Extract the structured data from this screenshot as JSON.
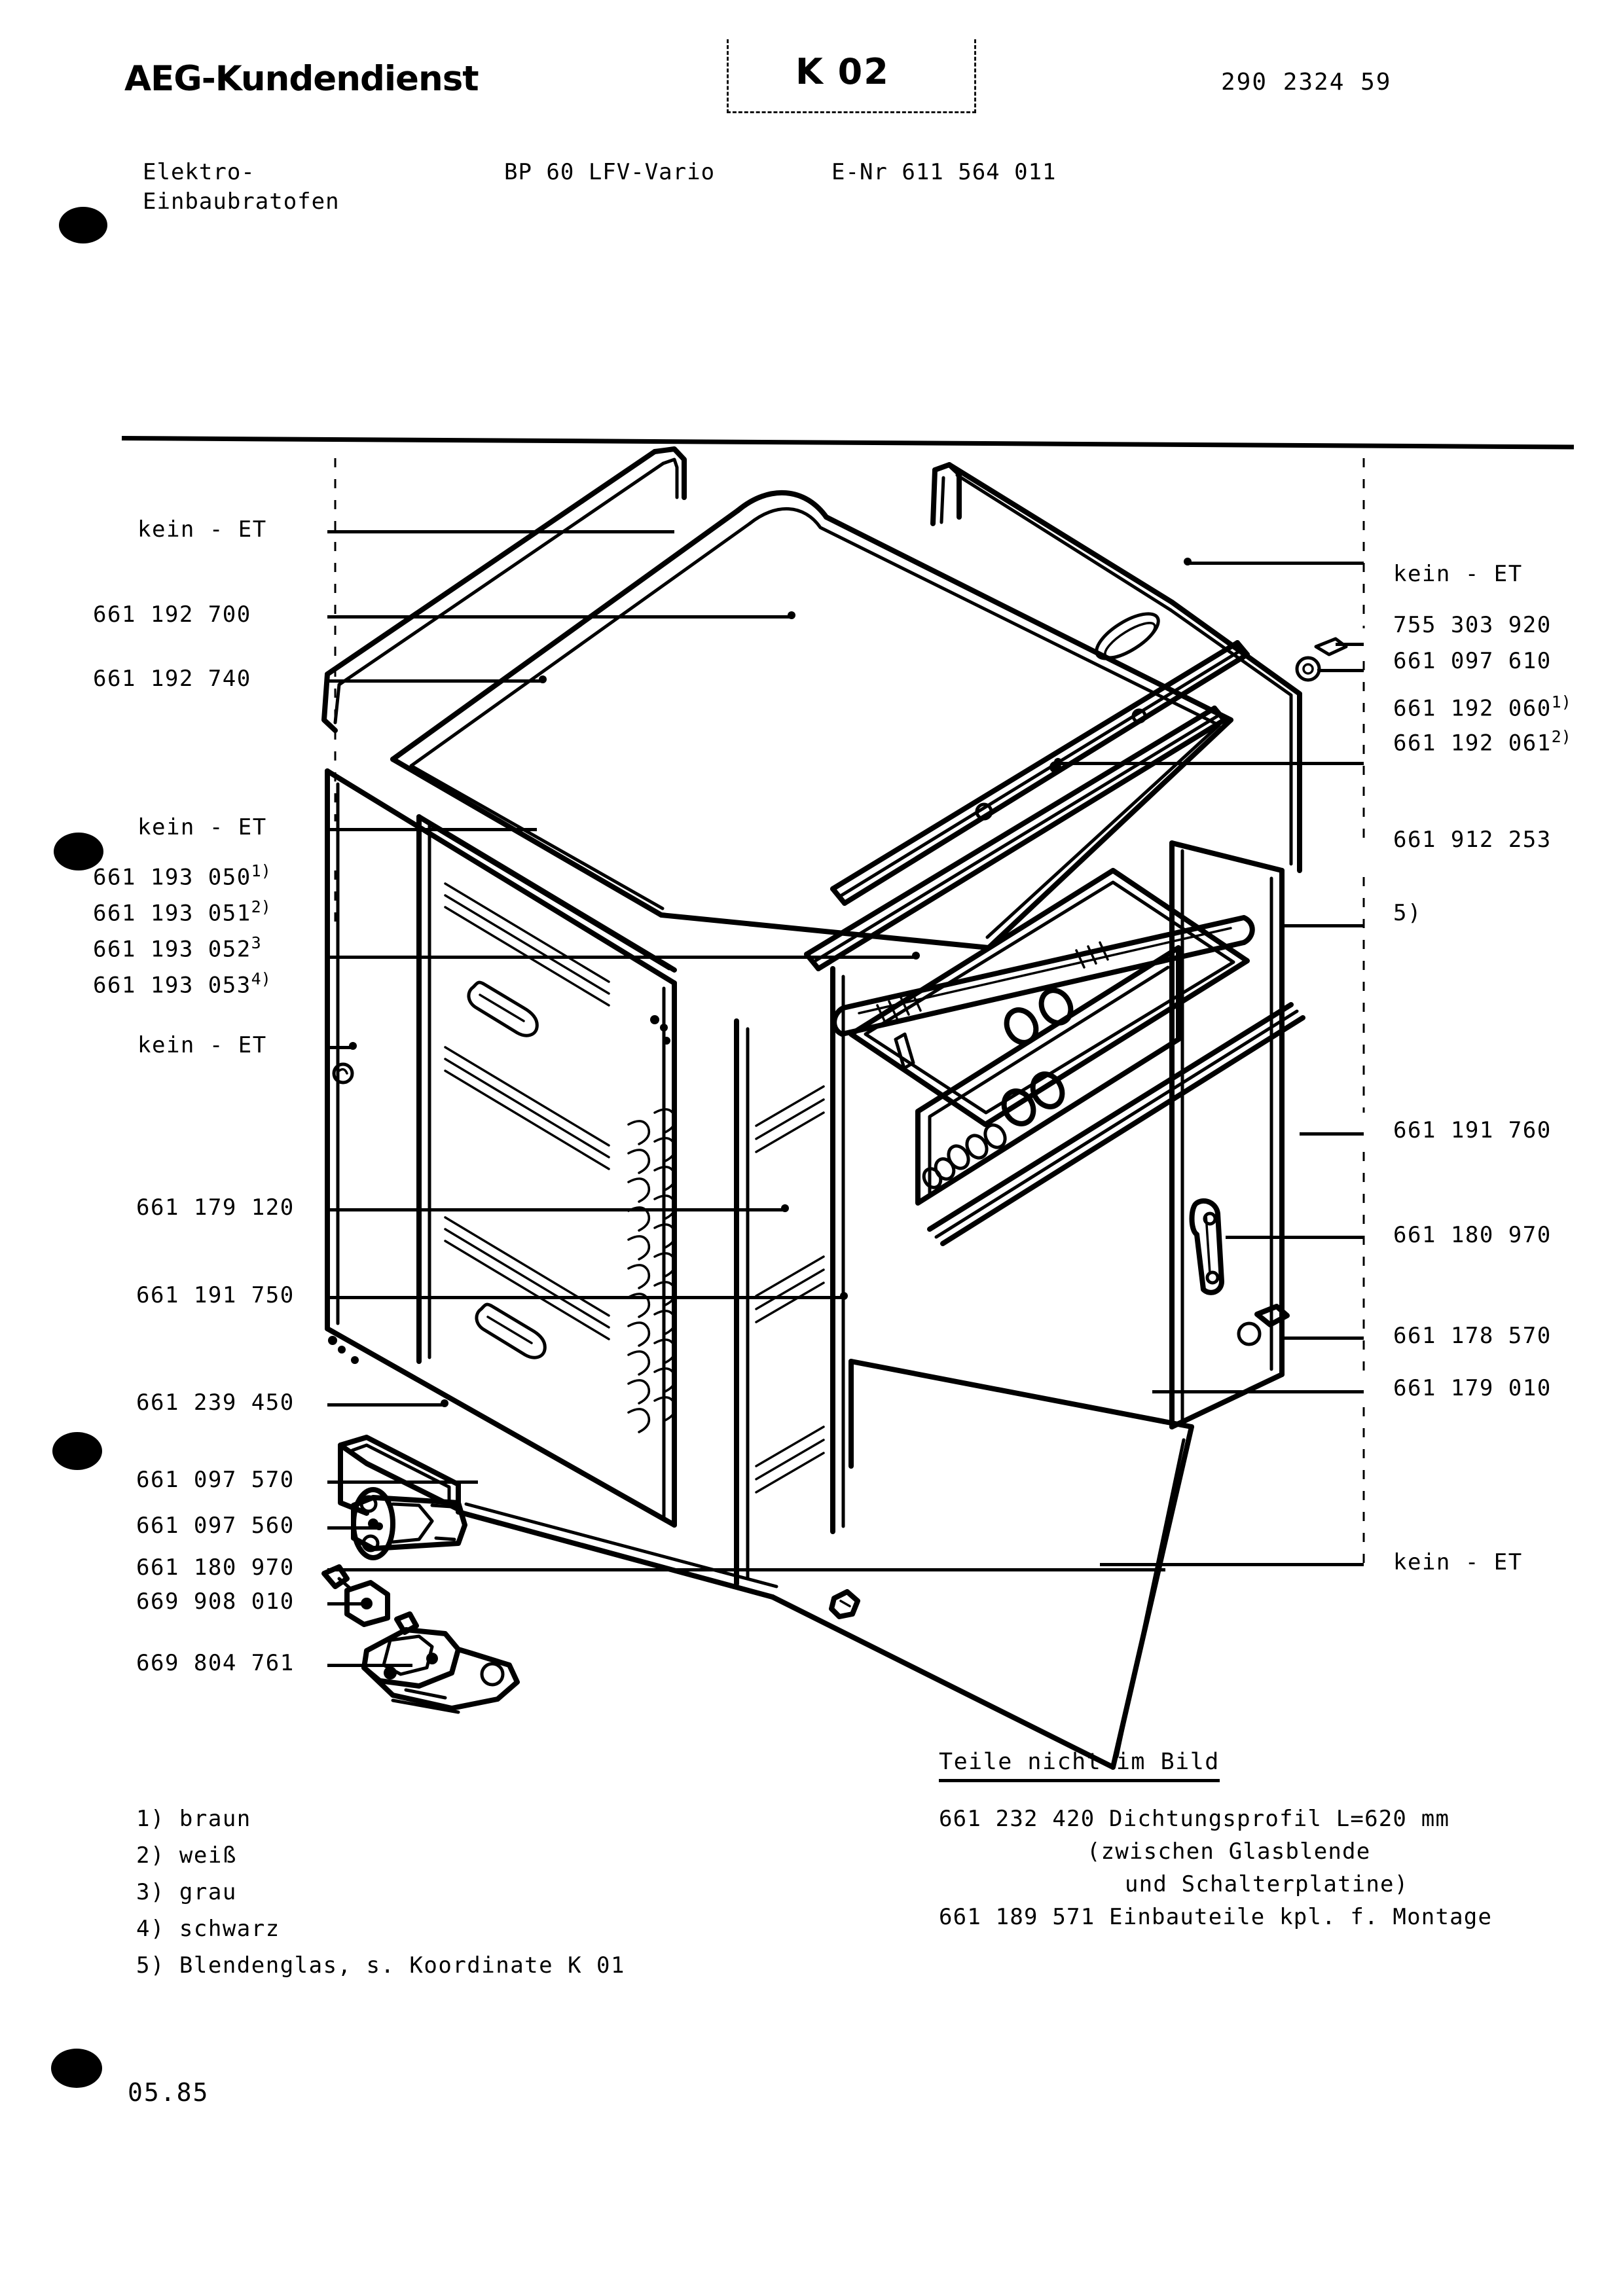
{
  "header": {
    "brand": "AEG-Kundendienst",
    "coordinate": "K 02",
    "doc_number": "290 2324 59",
    "category_line1": "Elektro-",
    "category_line2": "Einbaubratofen",
    "model": "BP 60 LFV-Vario",
    "enr": "E-Nr 611 564 011"
  },
  "left_labels": [
    {
      "id": "l1",
      "text": "kein - ET",
      "sup": ""
    },
    {
      "id": "l2",
      "text": "661 192 700",
      "sup": ""
    },
    {
      "id": "l3",
      "text": "661 192 740",
      "sup": ""
    },
    {
      "id": "l4",
      "text": "kein - ET",
      "sup": ""
    },
    {
      "id": "l5",
      "text": "661 193 050",
      "sup": "1)"
    },
    {
      "id": "l6",
      "text": "661 193 051",
      "sup": "2)"
    },
    {
      "id": "l7",
      "text": "661 193 052",
      "sup": "3"
    },
    {
      "id": "l8",
      "text": "661 193 053",
      "sup": "4)"
    },
    {
      "id": "l9",
      "text": "kein - ET",
      "sup": ""
    },
    {
      "id": "l10",
      "text": "661 179 120",
      "sup": ""
    },
    {
      "id": "l11",
      "text": "661 191 750",
      "sup": ""
    },
    {
      "id": "l12",
      "text": "661 239 450",
      "sup": ""
    },
    {
      "id": "l13",
      "text": "661 097 570",
      "sup": ""
    },
    {
      "id": "l14",
      "text": "661 097 560",
      "sup": ""
    },
    {
      "id": "l15",
      "text": "661 180 970",
      "sup": ""
    },
    {
      "id": "l16",
      "text": "669 908 010",
      "sup": ""
    },
    {
      "id": "l17",
      "text": "669 804 761",
      "sup": ""
    }
  ],
  "right_labels": [
    {
      "id": "r1",
      "text": "kein - ET",
      "sup": ""
    },
    {
      "id": "r2",
      "text": "755 303 920",
      "sup": ""
    },
    {
      "id": "r3",
      "text": "661 097 610",
      "sup": ""
    },
    {
      "id": "r4",
      "text": "661 192 060",
      "sup": "1)"
    },
    {
      "id": "r5",
      "text": "661 192 061",
      "sup": "2)"
    },
    {
      "id": "r6",
      "text": "661 912 253",
      "sup": ""
    },
    {
      "id": "r7",
      "text": "5)",
      "sup": ""
    },
    {
      "id": "r8",
      "text": "661 191 760",
      "sup": ""
    },
    {
      "id": "r9",
      "text": "661 180 970",
      "sup": ""
    },
    {
      "id": "r10",
      "text": "661 178 570",
      "sup": ""
    },
    {
      "id": "r11",
      "text": "661 179 010",
      "sup": ""
    },
    {
      "id": "r12",
      "text": "kein - ET",
      "sup": ""
    }
  ],
  "footnotes": [
    "1) braun",
    "2) weiß",
    "3) grau",
    "4) schwarz",
    "5) Blendenglas, s. Koordinate K 01"
  ],
  "not_in_picture": {
    "title": "Teile nicht im Bild",
    "lines": [
      "661 232 420 Dichtungsprofil L=620 mm",
      "(zwischen Glasblende",
      "und Schalterplatine)",
      "661 189 571 Einbauteile kpl. f. Montage"
    ]
  },
  "date_stamp": "05.85"
}
